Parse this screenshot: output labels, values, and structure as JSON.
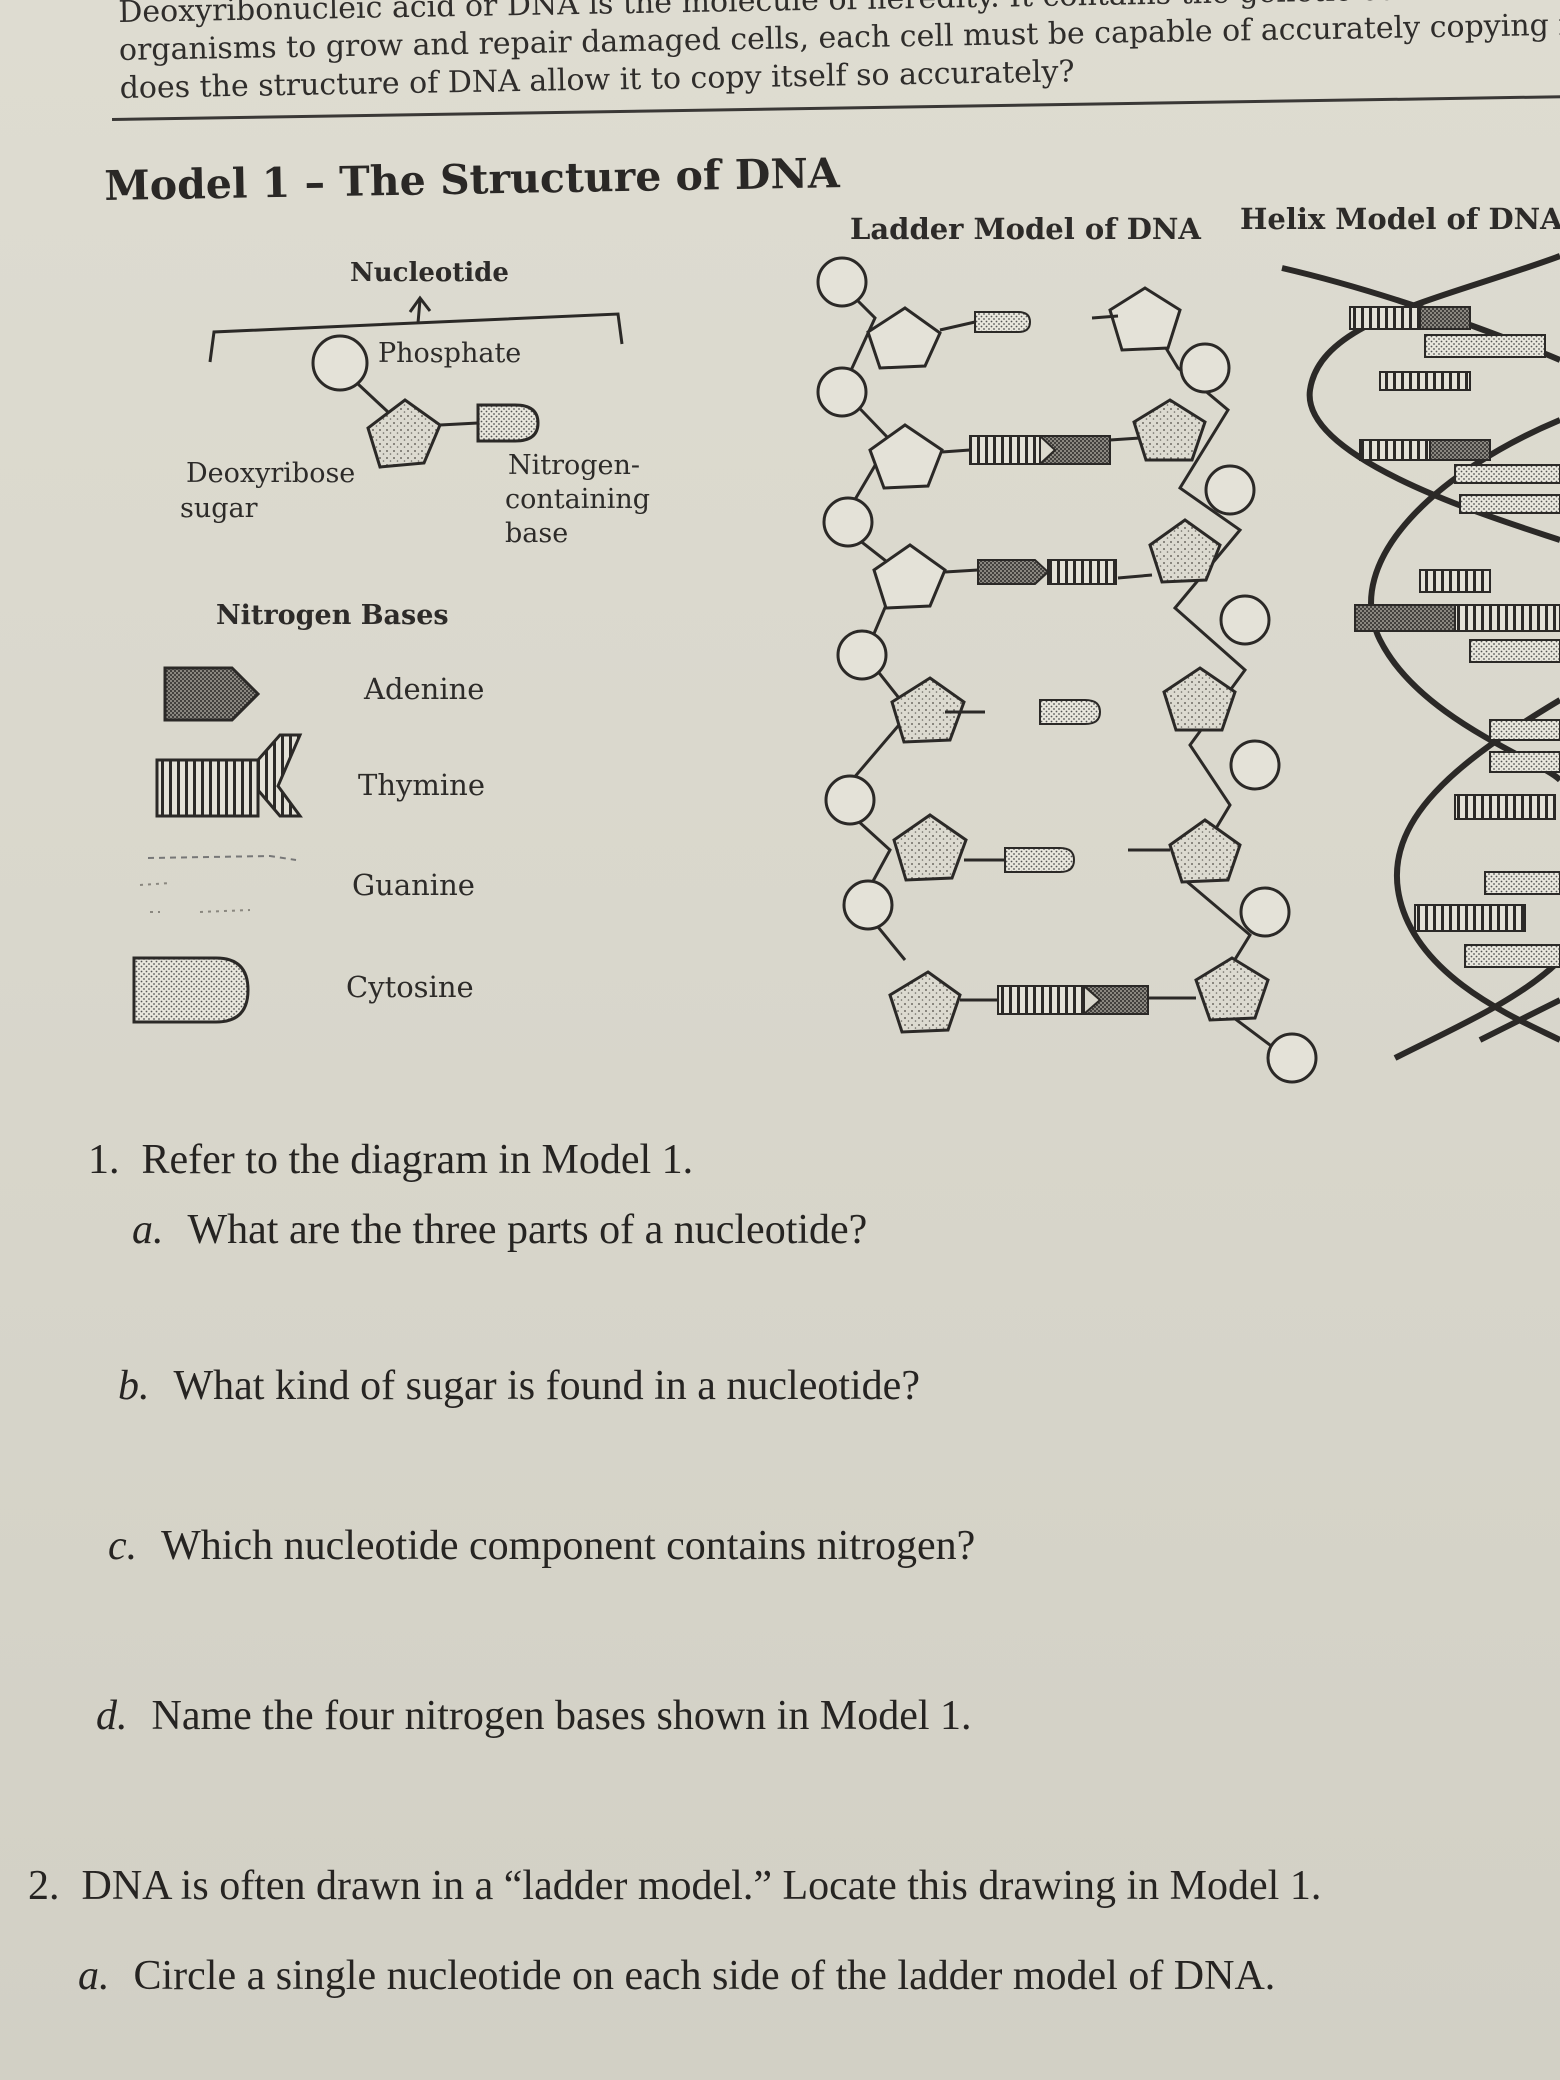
{
  "intro": {
    "line1": "Deoxyribonucleic acid or DNA is the molecule of heredity. It contains the genetic code. For",
    "line2": "organisms to grow and repair damaged cells, each cell must be capable of accurately copying itself. So",
    "line3": "does the structure of DNA allow it to copy itself so accurately?"
  },
  "model": {
    "title": "Model 1 – The Structure of DNA",
    "ladder_title": "Ladder Model of DNA",
    "helix_title": "Helix Model of DNA"
  },
  "nucleotide": {
    "title": "Nucleotide",
    "phosphate": "Phosphate",
    "sugar_line1": "Deoxyribose",
    "sugar_line2": "sugar",
    "base_line1": "Nitrogen-",
    "base_line2": "containing",
    "base_line3": "base"
  },
  "bases": {
    "title": "Nitrogen Bases",
    "items": [
      "Adenine",
      "Thymine",
      "Guanine",
      "Cytosine"
    ]
  },
  "questions": {
    "q1": {
      "number": "1.",
      "text": "Refer to the diagram in Model 1."
    },
    "q1a": {
      "letter": "a.",
      "text": "What are the three parts of a nucleotide?"
    },
    "q1b": {
      "letter": "b.",
      "text": "What kind of sugar is found in a nucleotide?"
    },
    "q1c": {
      "letter": "c.",
      "text": "Which nucleotide component contains nitrogen?"
    },
    "q1d": {
      "letter": "d.",
      "text": "Name the four nitrogen bases shown in Model 1."
    },
    "q2": {
      "number": "2.",
      "text": "DNA is often drawn in a “ladder model.” Locate this drawing in Model 1."
    },
    "q2a": {
      "letter": "a.",
      "text": "Circle a single nucleotide on each side of the ladder model of DNA."
    }
  },
  "colors": {
    "ink": "#2a2826",
    "paper": "#dedcd1"
  }
}
